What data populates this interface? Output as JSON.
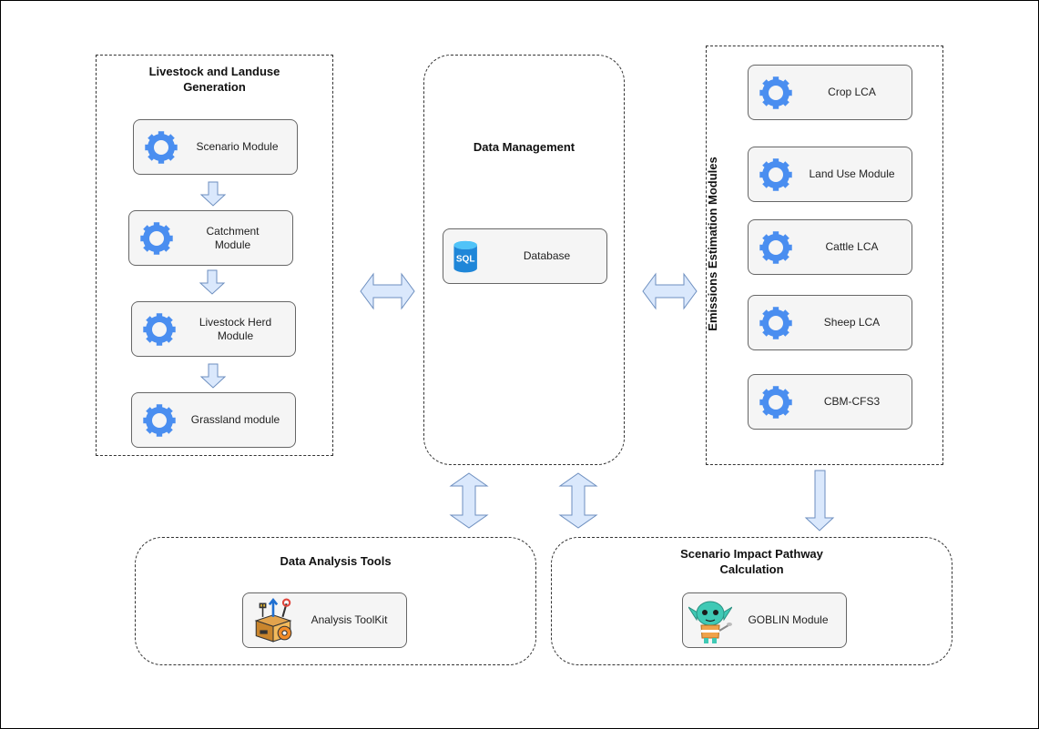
{
  "groups": {
    "livestock": {
      "title": "Livestock and Landuse Generation",
      "modules": [
        "Scenario Module",
        "Catchment Module",
        "Livestock Herd Module",
        "Grassland module"
      ]
    },
    "data_management": {
      "title": "Data Management",
      "database_label": "Database",
      "database_icon_text": "SQL"
    },
    "emissions": {
      "title": "Emissions Estimation Modules",
      "modules": [
        "Crop LCA",
        "Land Use Module",
        "Cattle LCA",
        "Sheep LCA",
        "CBM-CFS3"
      ]
    },
    "analysis": {
      "title": "Data Analysis Tools",
      "module": "Analysis ToolKit"
    },
    "impact": {
      "title": "Scenario Impact Pathway Calculation",
      "module": "GOBLIN Module"
    }
  },
  "icons": {
    "module_icon": "gear-icon",
    "database_icon": "sql-database-icon",
    "toolkit_icon": "toolbox-icon",
    "goblin_icon": "goblin-mascot-icon"
  },
  "colors": {
    "gear": "#4a8ef0",
    "arrow_fill": "#dae8fc",
    "arrow_stroke": "#6c8ebf",
    "database": "#1f86d8",
    "goblin": "#3fc9b5"
  }
}
